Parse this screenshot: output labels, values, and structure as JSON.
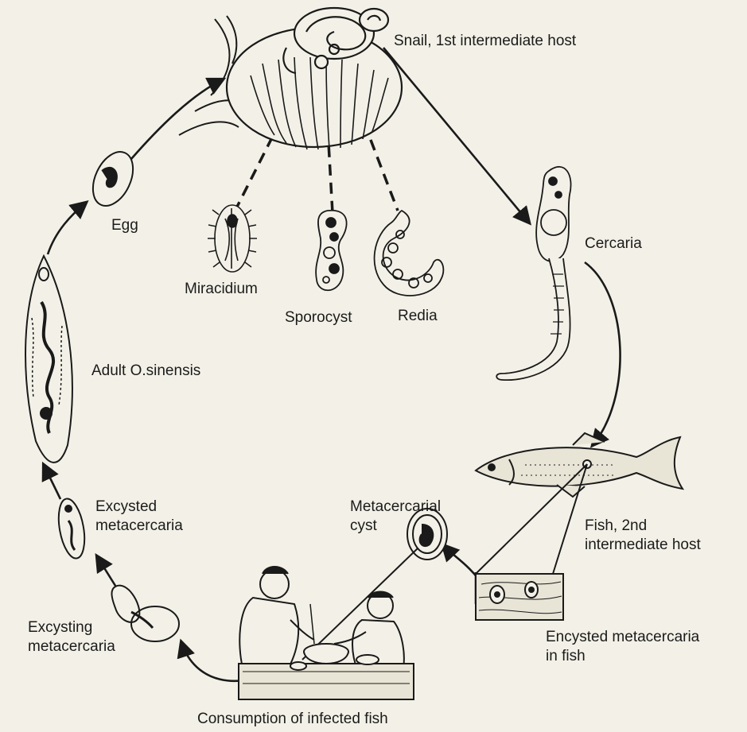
{
  "labels": {
    "snail": "Snail, 1st intermediate host",
    "cercaria": "Cercaria",
    "egg": "Egg",
    "miracidium": "Miracidium",
    "sporocyst": "Sporocyst",
    "redia": "Redia",
    "adult": "Adult O.sinensis",
    "excysted": [
      "Excysted",
      "metacercaria"
    ],
    "metacercarial_cyst": [
      "Metacercarial",
      "cyst"
    ],
    "fish_host": [
      "Fish, 2nd",
      "intermediate host"
    ],
    "excysting": [
      "Excysting",
      "metacercaria"
    ],
    "encysted": [
      "Encysted metacercaria",
      "in fish"
    ],
    "consumption": "Consumption of infected fish"
  },
  "colors": {
    "background": "#f3f1e7",
    "ink": "#1a1a1a",
    "stipple": "#e8e4d6"
  }
}
